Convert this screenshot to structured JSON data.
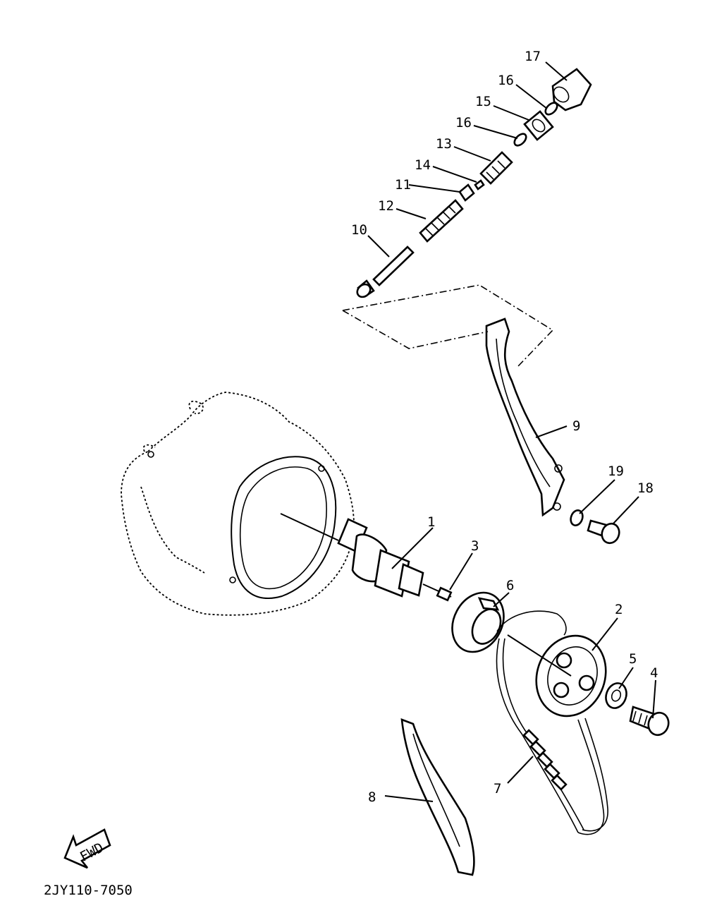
{
  "callouts": [
    {
      "id": "1",
      "label": "1"
    },
    {
      "id": "2",
      "label": "2"
    },
    {
      "id": "3",
      "label": "3"
    },
    {
      "id": "4",
      "label": "4"
    },
    {
      "id": "5",
      "label": "5"
    },
    {
      "id": "6",
      "label": "6"
    },
    {
      "id": "7",
      "label": "7"
    },
    {
      "id": "8",
      "label": "8"
    },
    {
      "id": "9",
      "label": "9"
    },
    {
      "id": "10",
      "label": "10"
    },
    {
      "id": "11",
      "label": "11"
    },
    {
      "id": "12",
      "label": "12"
    },
    {
      "id": "13",
      "label": "13"
    },
    {
      "id": "14",
      "label": "14"
    },
    {
      "id": "15",
      "label": "15"
    },
    {
      "id": "16a",
      "label": "16"
    },
    {
      "id": "16b",
      "label": "16"
    },
    {
      "id": "17",
      "label": "17"
    },
    {
      "id": "18",
      "label": "18"
    },
    {
      "id": "19",
      "label": "19"
    }
  ],
  "fwd_label": "FWD",
  "diagram_code": "2JY110-7050"
}
